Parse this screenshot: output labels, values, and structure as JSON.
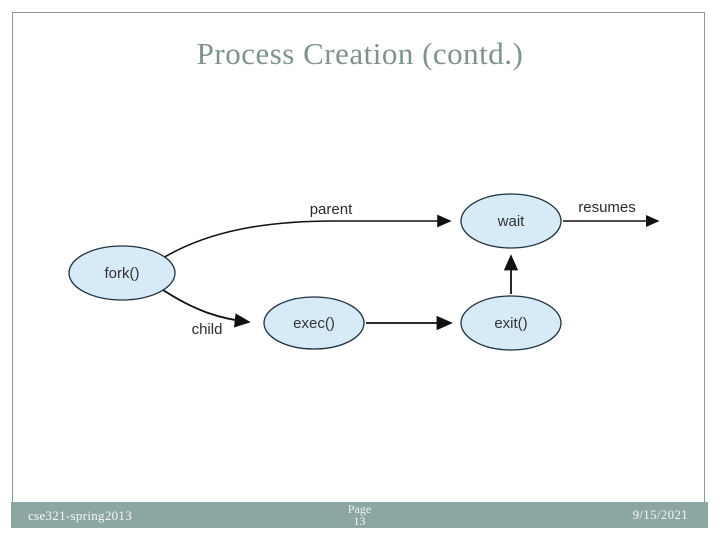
{
  "slide": {
    "title": "Process Creation (contd.)",
    "footer": {
      "course": "cse321-spring2013",
      "page_label": "Page",
      "page_number": "13",
      "date": "9/15/2021"
    }
  },
  "diagram": {
    "type": "state-flow",
    "nodes": [
      {
        "id": "fork",
        "label": "fork()"
      },
      {
        "id": "exec",
        "label": "exec()"
      },
      {
        "id": "exit",
        "label": "exit()"
      },
      {
        "id": "wait",
        "label": "wait"
      }
    ],
    "edge_labels": {
      "parent": "parent",
      "child": "child",
      "resumes": "resumes"
    },
    "edges": [
      {
        "from": "fork",
        "to": "wait",
        "label": "parent"
      },
      {
        "from": "fork",
        "to": "exec",
        "label": "child"
      },
      {
        "from": "exec",
        "to": "exit",
        "label": ""
      },
      {
        "from": "exit",
        "to": "wait",
        "label": ""
      },
      {
        "from": "wait",
        "to": "out",
        "label": "resumes"
      }
    ]
  },
  "colors": {
    "node_fill": "#d6eaf8",
    "node_stroke": "#22323e",
    "arrow": "#111111",
    "footer_bar": "#8ca7a3",
    "title_text": "#7e938f",
    "slide_border": "#8e9b99"
  }
}
